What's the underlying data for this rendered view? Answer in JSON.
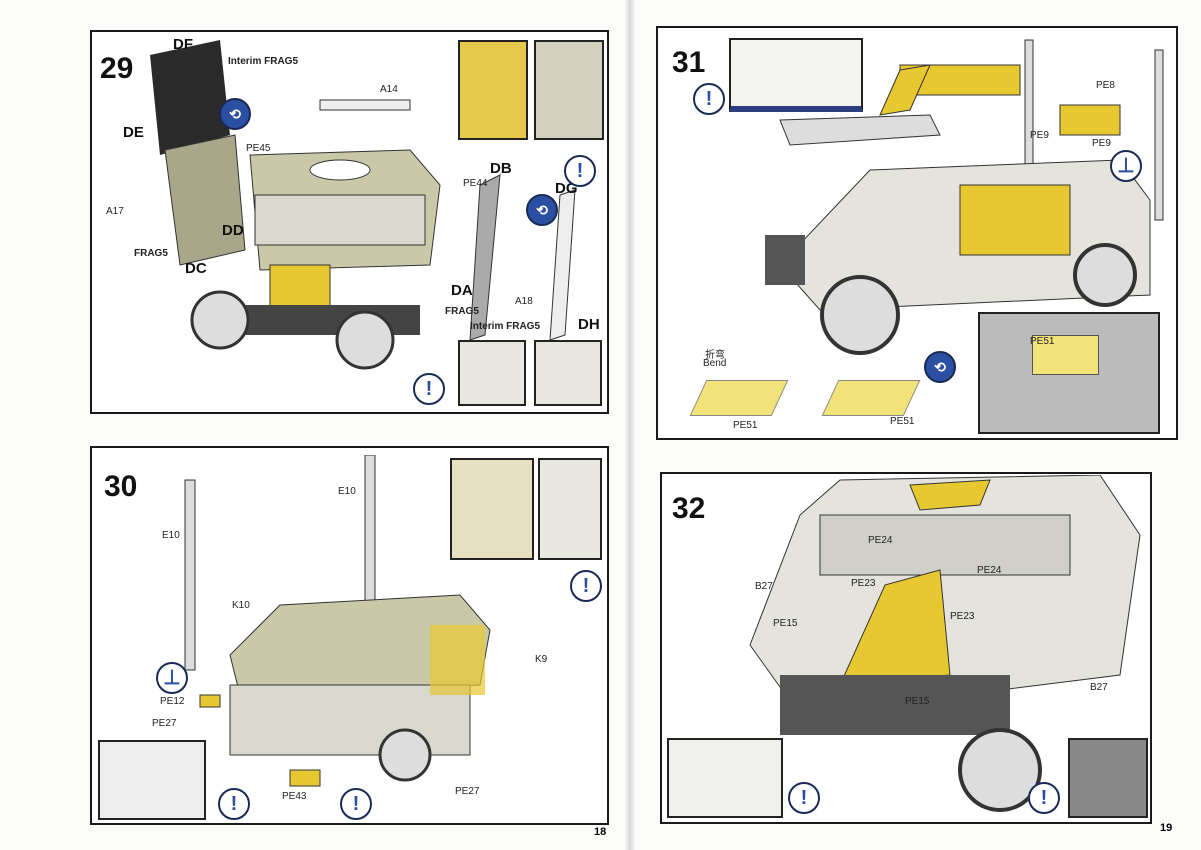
{
  "pages": [
    {
      "number": "18",
      "steps": [
        {
          "number": "29",
          "labels": [
            "DF",
            "DE",
            "Interim FRAG5",
            "A14",
            "PE45",
            "PE44",
            "DB",
            "DG",
            "A17",
            "DD",
            "FRAG5",
            "DC",
            "DA",
            "A18",
            "FRAG5",
            "Interim FRAG5",
            "DH"
          ]
        },
        {
          "number": "30",
          "labels": [
            "E10",
            "E10",
            "K10",
            "K9",
            "PE12",
            "PE27",
            "PE43",
            "PE27"
          ]
        }
      ]
    },
    {
      "number": "19",
      "steps": [
        {
          "number": "31",
          "labels": [
            "PE8",
            "PE9",
            "PE9",
            "折弯",
            "Bend",
            "PE51",
            "PE51",
            "PE51"
          ]
        },
        {
          "number": "32",
          "labels": [
            "PE24",
            "PE24",
            "PE23",
            "PE23",
            "B27",
            "PE15",
            "PE15",
            "B27"
          ]
        }
      ]
    }
  ],
  "icons": {
    "attention": "!",
    "rotate": "⟲",
    "glue": "⊥"
  },
  "colors": {
    "primer": "#f1e27a",
    "olive": "#c9c8a8",
    "accent_blue": "#2b4fa3"
  }
}
